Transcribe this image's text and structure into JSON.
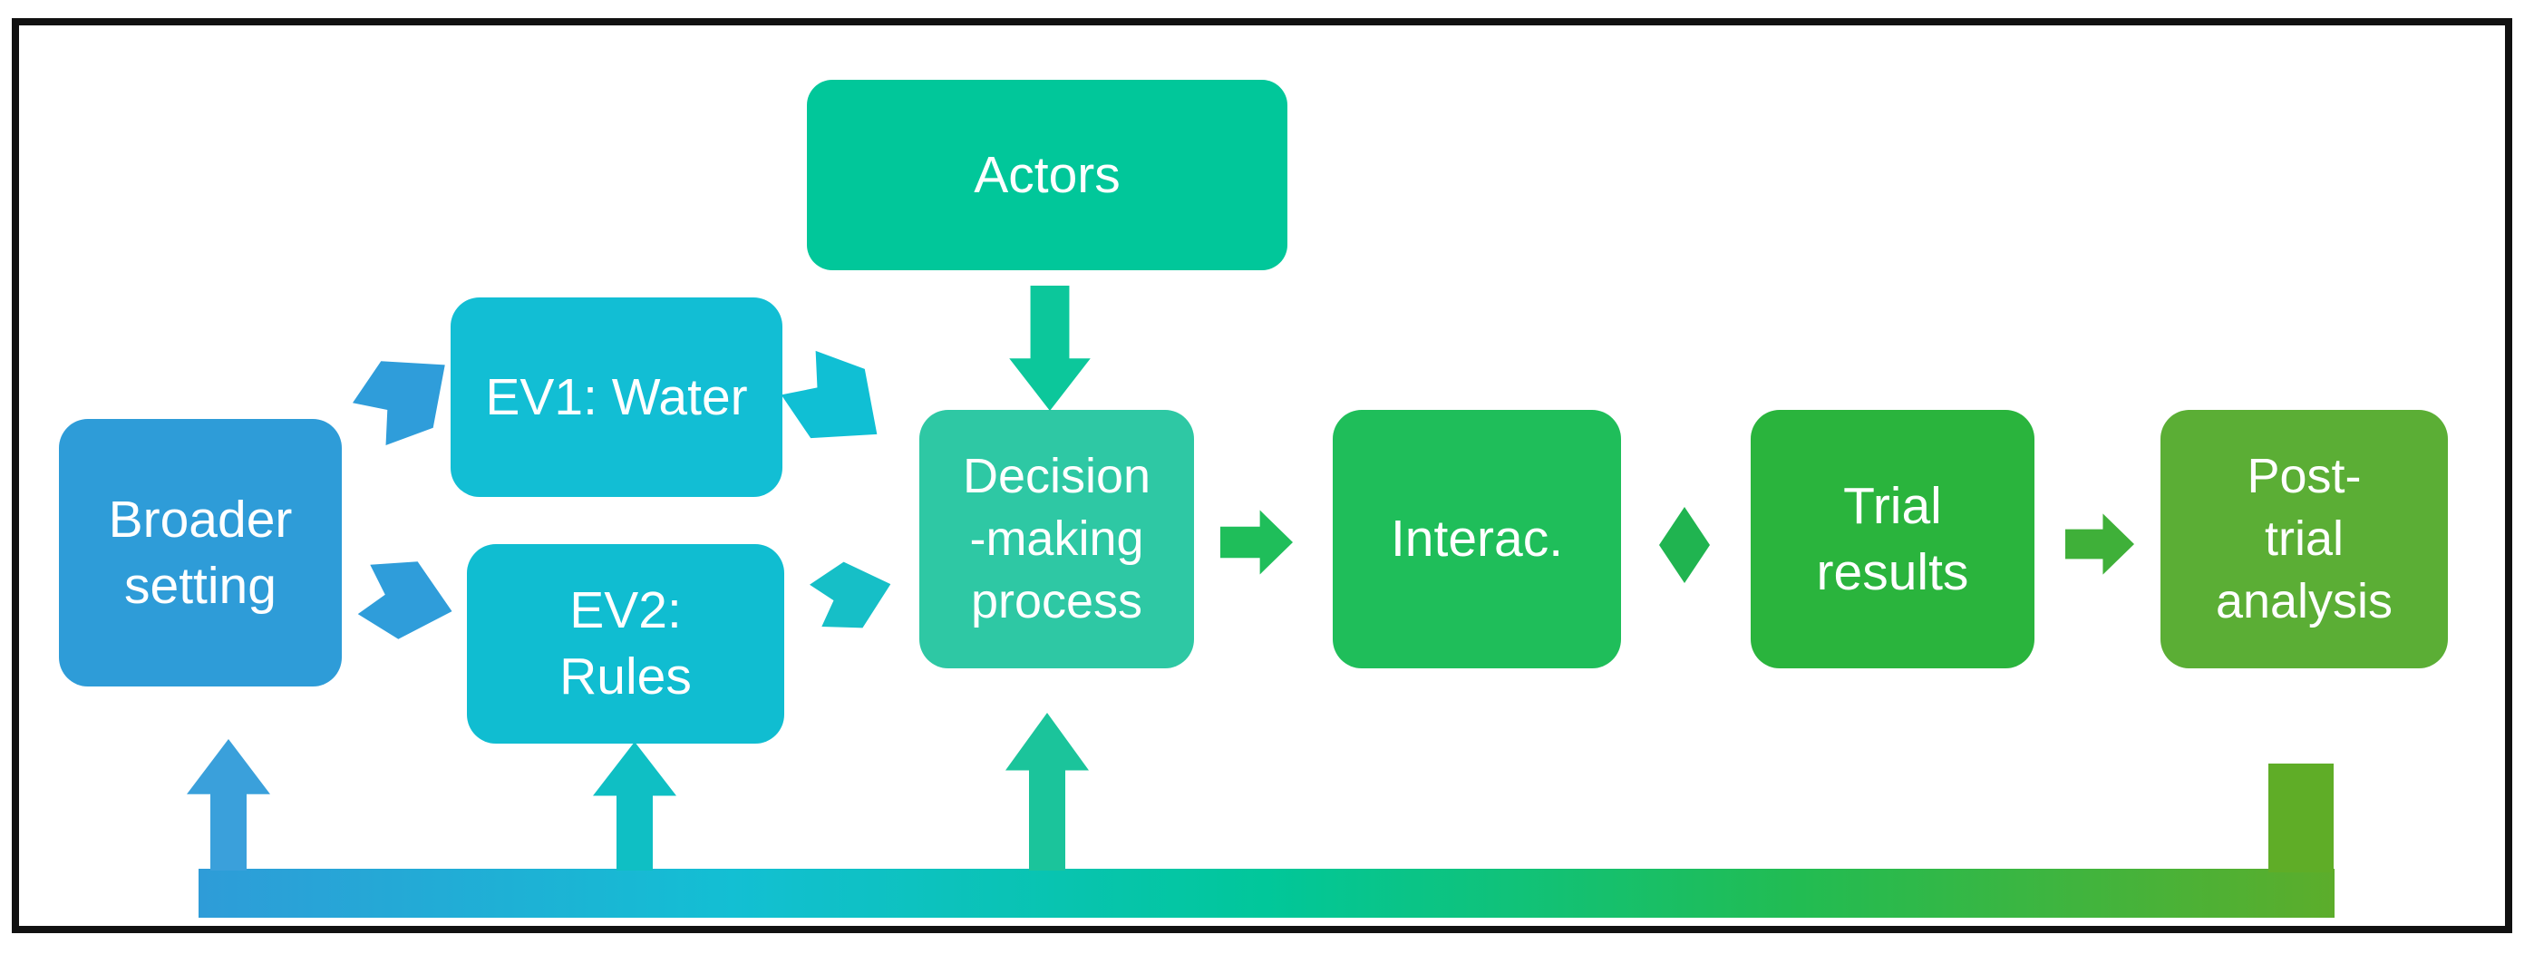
{
  "figure": {
    "type": "flow-diagram",
    "background": "#ffffff",
    "frame_color": "#111111",
    "text_color": "#ffffff"
  },
  "nodes": {
    "broader": {
      "line1": "Broader",
      "line2": "setting",
      "color": "#2E9CD8"
    },
    "ev1": {
      "line1": "EV1: Water",
      "color": "#12BED4"
    },
    "ev2": {
      "line1": "EV2:",
      "line2": "Rules",
      "color": "#10BDD1"
    },
    "actors": {
      "line1": "Actors",
      "color": "#01C79A"
    },
    "decision": {
      "line1": "Decision",
      "line2": "-making",
      "line3": "process",
      "color": "#2EC8A4"
    },
    "interac": {
      "line1": "Interac.",
      "color": "#1FBE5A"
    },
    "trial": {
      "line1": "Trial",
      "line2": "results",
      "color": "#2AB43D"
    },
    "post": {
      "line1": "Post-",
      "line2": "trial",
      "line3": "analysis",
      "color": "#5BAE35"
    }
  },
  "connectors": {
    "broader_to_ev1": {
      "icon": "chevron-up-right-arrow",
      "color": "#2F9DDA"
    },
    "broader_to_ev2": {
      "icon": "chevron-down-right-arrow",
      "color": "#2F9DDA"
    },
    "ev1_to_decision": {
      "icon": "chevron-down-right-arrow",
      "color": "#10BFD4"
    },
    "ev2_to_decision": {
      "icon": "chevron-up-right-arrow",
      "color": "#16BFC7"
    },
    "actors_to_decision": {
      "icon": "block-down-arrow",
      "color": "#0CC79B"
    },
    "decision_to_interac": {
      "icon": "block-right-arrow",
      "color": "#1FBE5A"
    },
    "interac_to_trial": {
      "icon": "diamond-connector",
      "color": "#20B450"
    },
    "trial_to_post": {
      "icon": "block-right-arrow",
      "color": "#3FB039"
    },
    "feedback_to_broader": {
      "icon": "block-up-arrow",
      "color": "#3AA0DB"
    },
    "feedback_to_ev2": {
      "icon": "block-up-arrow",
      "color": "#0FBFC4"
    },
    "feedback_to_decision": {
      "icon": "block-up-arrow",
      "color": "#1BC49B"
    }
  },
  "feedback_bar": {
    "gradient_stops": [
      "#2E9CD8",
      "#13BFD3",
      "#01C79A",
      "#22BC52",
      "#5CAD2B"
    ],
    "stub_color": "#5FAD27"
  }
}
